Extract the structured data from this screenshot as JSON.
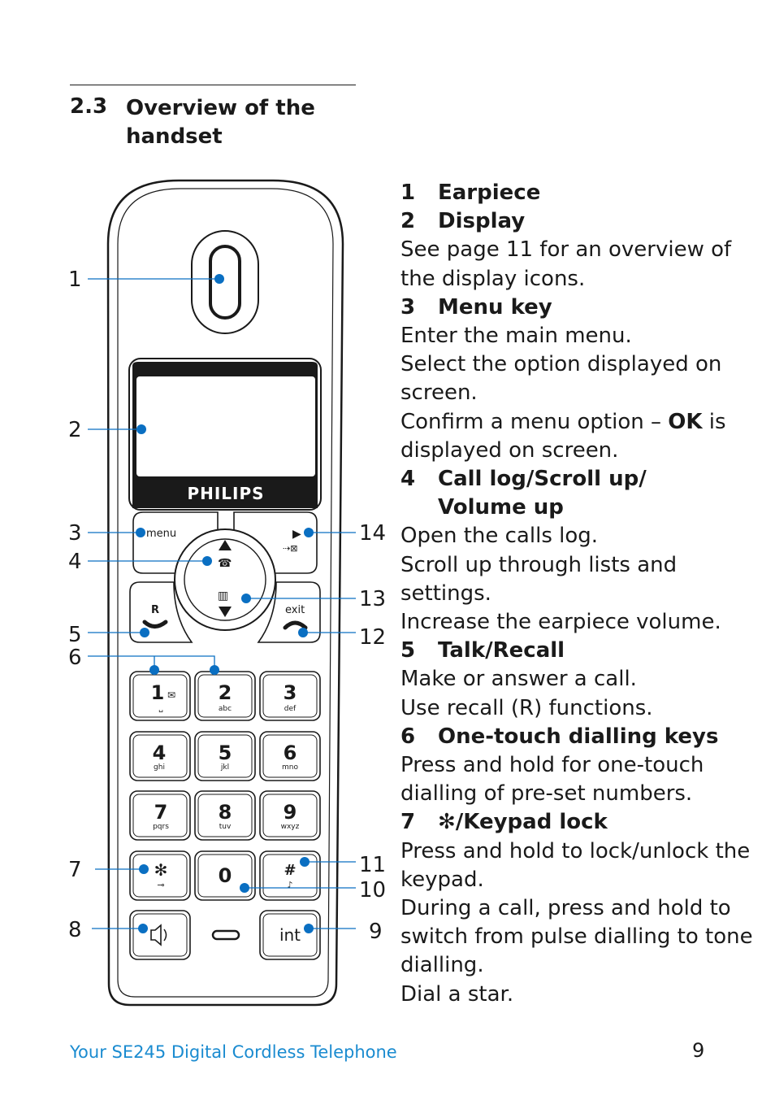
{
  "section": {
    "number": "2.3",
    "title_line1": "Overview of the",
    "title_line2": "handset"
  },
  "handset": {
    "brand": "PHILIPS",
    "keys": {
      "menu": "menu",
      "exit": "exit",
      "recall": "R",
      "int": "int",
      "k1": "1",
      "k2": "2",
      "k2_sub": "abc",
      "k3": "3",
      "k3_sub": "def",
      "k4": "4",
      "k4_sub": "ghi",
      "k5": "5",
      "k5_sub": "jkl",
      "k6": "6",
      "k6_sub": "mno",
      "k7": "7",
      "k7_sub": "pqrs",
      "k8": "8",
      "k8_sub": "tuv",
      "k9": "9",
      "k9_sub": "wxyz",
      "k0": "0",
      "star": "✻",
      "hash": "#"
    },
    "callouts": [
      "1",
      "2",
      "3",
      "4",
      "5",
      "6",
      "7",
      "8",
      "9",
      "10",
      "11",
      "12",
      "13",
      "14"
    ]
  },
  "items": [
    {
      "num": "1",
      "title": "Earpiece",
      "lines": []
    },
    {
      "num": "2",
      "title": "Display",
      "lines": [
        "See page 11 for an overview of the display icons."
      ]
    },
    {
      "num": "3",
      "title": "Menu key",
      "lines": [
        "Enter the main menu.",
        "Select the option displayed on screen."
      ],
      "ok_pre": "Confirm a menu option – ",
      "ok_bold": "OK",
      "ok_post": " is displayed on screen."
    },
    {
      "num": "4",
      "title": "Call log/Scroll up/",
      "title2": "Volume up",
      "lines": [
        "Open the calls log.",
        "Scroll up through lists and settings.",
        "Increase the earpiece volume."
      ]
    },
    {
      "num": "5",
      "title": "Talk/Recall",
      "lines": [
        "Make or answer a call.",
        "Use recall (R) functions."
      ]
    },
    {
      "num": "6",
      "title": "One-touch dialling keys",
      "lines": [
        "Press and hold for one-touch dialling of pre-set numbers."
      ]
    },
    {
      "num": "7",
      "title": "✻/Keypad lock",
      "lines": [
        "Press and hold to lock/unlock the keypad.",
        "During a call, press and hold to switch from pulse dialling to tone dialling.",
        "Dial a star."
      ]
    }
  ],
  "footer": {
    "text": "Your SE245 Digital Cordless Telephone",
    "page": "9"
  },
  "colors": {
    "accent": "#1a8bd0",
    "callout_dot": "#0a6fc2"
  }
}
